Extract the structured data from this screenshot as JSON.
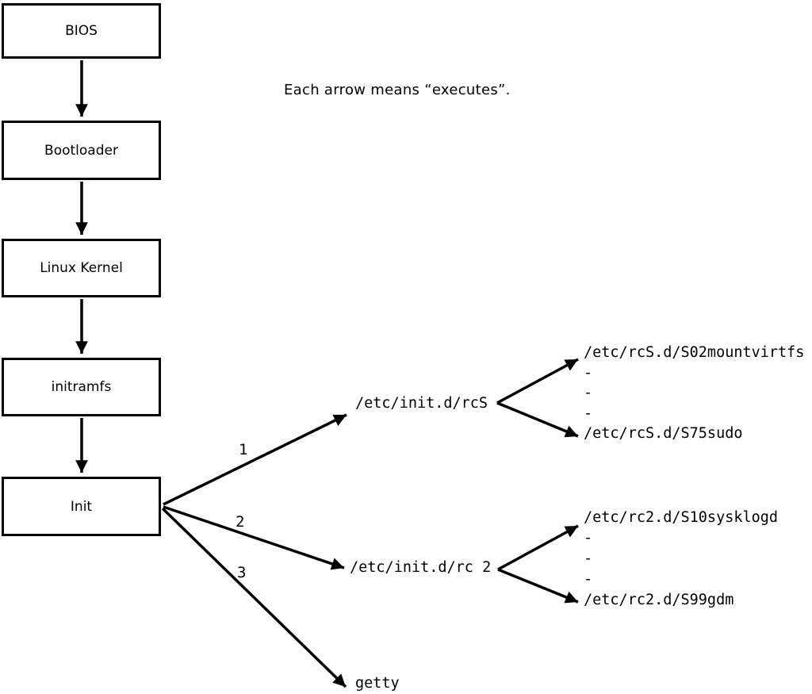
{
  "note": "Each arrow means “executes”.",
  "boot_chain": {
    "boxes": [
      {
        "label": "BIOS"
      },
      {
        "label": "Bootloader"
      },
      {
        "label": "Linux Kernel"
      },
      {
        "label": "initramfs"
      },
      {
        "label": "Init"
      }
    ]
  },
  "init_targets": {
    "arrow1_label": "1",
    "arrow2_label": "2",
    "arrow3_label": "3",
    "rcs_script": "/etc/init.d/rcS",
    "rc2_script": "/etc/init.d/rc 2",
    "getty": "getty"
  },
  "rcs_entries": [
    "/etc/rcS.d/S02mountvirtfs",
    "-",
    "-",
    "-",
    "/etc/rcS.d/S75sudo"
  ],
  "rc2_entries": [
    "/etc/rc2.d/S10sysklogd",
    "-",
    "-",
    "-",
    "/etc/rc2.d/S99gdm"
  ],
  "colors": {
    "stroke": "#000000",
    "background": "#ffffff"
  }
}
